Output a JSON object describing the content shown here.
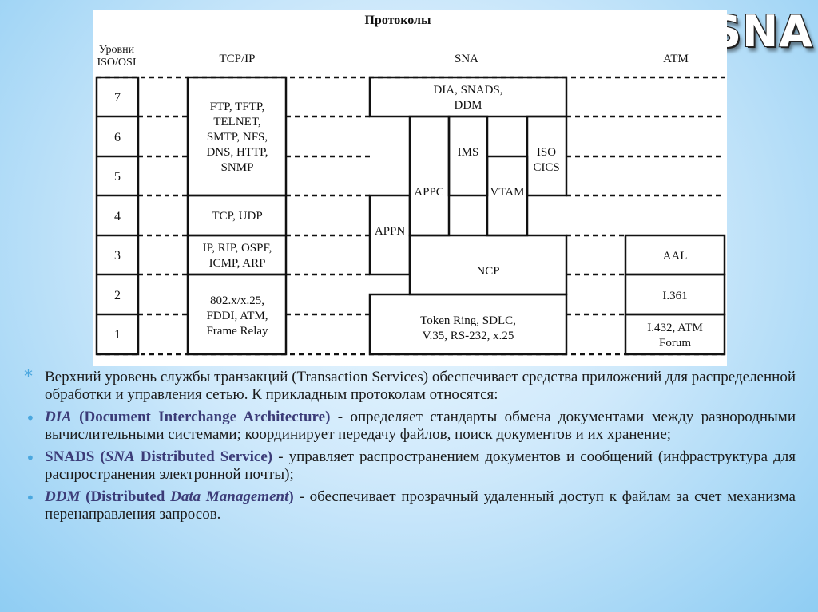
{
  "slide": {
    "title_star": "*",
    "title": "Стек SNA"
  },
  "diagram": {
    "header": "Протоколы",
    "levels_header_line1": "Уровни",
    "levels_header_line2": "ISO/OSI",
    "col_tcpip": "TCP/IP",
    "col_sna": "SNA",
    "col_atm": "ATM",
    "levels": [
      "7",
      "6",
      "5",
      "4",
      "3",
      "2",
      "1"
    ],
    "tcpip_app": [
      "FTP, TFTP,",
      "TELNET,",
      "SMTP, NFS,",
      "DNS, HTTP,",
      "SNMP"
    ],
    "tcpip_transport": "TCP, UDP",
    "tcpip_network": [
      "IP, RIP, OSPF,",
      "ICMP, ARP"
    ],
    "tcpip_link": [
      "802.x/x.25,",
      "FDDI, ATM,",
      "Frame Relay"
    ],
    "sna_dia": [
      "DIA, SNADS,",
      "DDM"
    ],
    "sna_ims": "IMS",
    "sna_iso": [
      "ISO",
      "CICS"
    ],
    "sna_appc": "APPC",
    "sna_vtam": "VTAM",
    "sna_appn": "APPN",
    "sna_ncp": "NCP",
    "sna_phys": [
      "Token Ring, SDLC,",
      "V.35, RS-232, x.25"
    ],
    "atm_aal": "AAL",
    "atm_i361": "I.361",
    "atm_i432": [
      "I.432, ATM",
      "Forum"
    ]
  },
  "text": {
    "bullet_star": "*",
    "bullet_dot": "•",
    "intro": "Верхний уровень службы транзакций (Transaction Services) обеспечивает средства приложений для распределенной обработки и управления сетью. К прикладным протоколам относятся:",
    "dia_term": "DIA",
    "dia_expansion": " (Document Interchange Architecture)",
    "dia_desc": " - определяет стандарты обмена документами между разнородными вычислительными системами; координирует передачу файлов, поиск документов и их хранение;",
    "snads_term": "SNADS (",
    "snads_italic": "SNA",
    "snads_rest": " Distributed Service)",
    "snads_desc": " - управляет распространением документов и сообщений (инфраструктура для распространения электронной почты);",
    "ddm_term": "DDM",
    "ddm_mid": " (Distributed ",
    "ddm_italic": "Data Management",
    "ddm_close": ")",
    "ddm_desc": " - обеспечивает прозрачный удаленный доступ к файлам за счет механизма перенаправления запросов."
  }
}
